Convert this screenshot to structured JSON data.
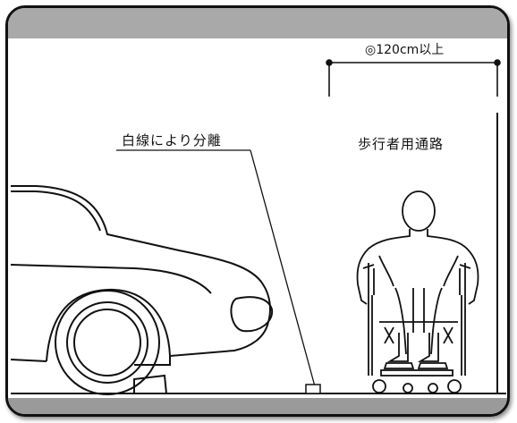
{
  "labels": {
    "separation": "白線により分離",
    "walkway": "歩行者用通路",
    "width": "◎120cm以上"
  },
  "colors": {
    "line": "#111111",
    "band": "#a9a9a9",
    "border": "#111111"
  },
  "icons": [
    "car-icon",
    "wheelchair-user-icon"
  ]
}
